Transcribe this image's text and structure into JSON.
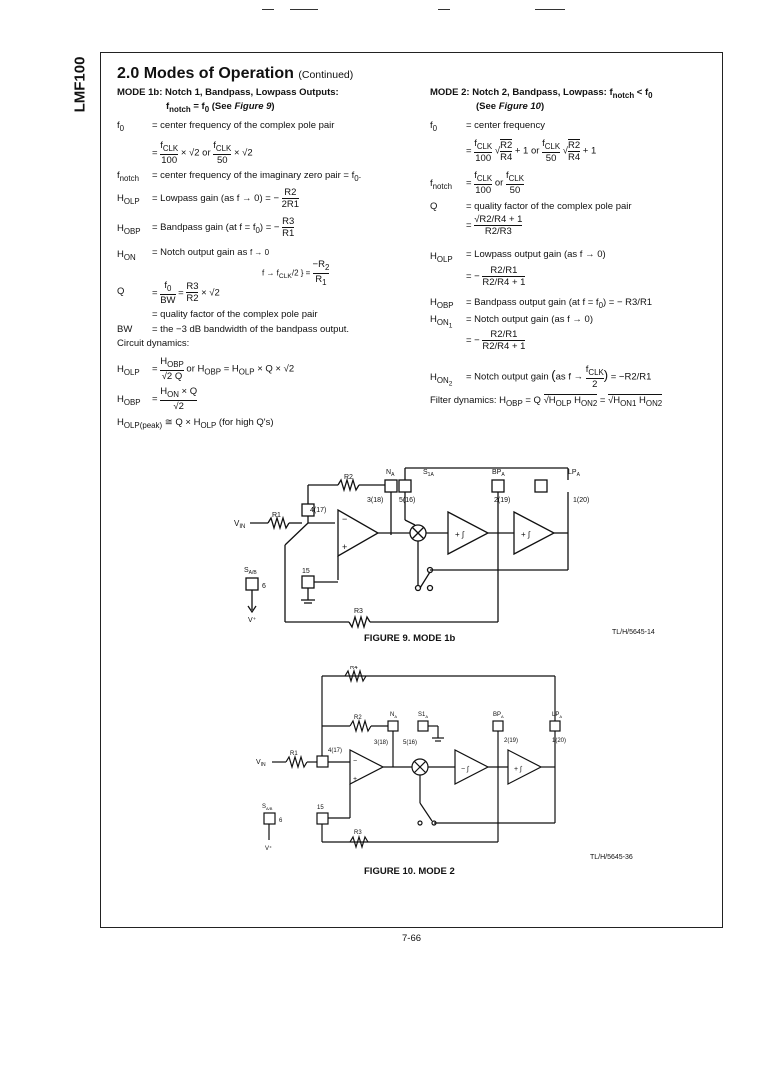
{
  "header_text": "LMF100",
  "section_title": "2.0 Modes of Operation",
  "section_continued": "(Continued)",
  "left": {
    "mode_heading": "MODE 1b: Notch 1, Bandpass, Lowpass Outputs:",
    "mode_heading2": "fnotch = f0 (See Figure 9)",
    "lines": [
      [
        "f0",
        "= center frequency of the complex pole pair"
      ],
      [
        "",
        "= fCLK/100 × √2 or fCLK/50 × √2"
      ],
      [
        "fnotch",
        "= center frequency of the imaginary zero pair = f0."
      ],
      [
        "HOLP",
        "= Lowpass gain (as f → 0) = − R2/2R1"
      ],
      [
        "HOBP",
        "= Bandpass gain (at f = f0) = − R3/R1"
      ],
      [
        "HON",
        "= Notch output gain as f → 0, f → fCLK/2 } = −R2/R1"
      ],
      [
        "Q",
        "= f0/BW = R3/R2 × √2"
      ],
      [
        "",
        "= quality factor of the complex pole pair"
      ],
      [
        "BW",
        "= the −3 dB bandwidth of the bandpass output."
      ],
      [
        "Circuit dynamics:",
        ""
      ],
      [
        "HOLP",
        "= HOBP/√2 Q or HOBP = HOLP × Q × √2"
      ],
      [
        "HOBP",
        "= HON × Q / √2"
      ],
      [
        "HOLP(peak)",
        "≅ Q × HOLP (for high Q's)"
      ]
    ]
  },
  "right": {
    "mode_heading": "MODE 2: Notch 2, Bandpass, Lowpass: fnotch < f0",
    "mode_heading2": "(See Figure 10)",
    "lines": [
      [
        "f0",
        "= center frequency"
      ],
      [
        "",
        "= fCLK/100 √(R2/R4 + 1) or fCLK/50 √(R2/R4 + 1)"
      ],
      [
        "fnotch",
        "= fCLK/100 or fCLK/50"
      ],
      [
        "Q",
        "= quality factor of the complex pole pair"
      ],
      [
        "",
        "= √(R2/R4 + 1) / (R2/R3)"
      ],
      [
        "HOLP",
        "= Lowpass output gain (as f → 0)"
      ],
      [
        "",
        "= − (R2/R1)/(R2/R4 + 1)"
      ],
      [
        "HOBP",
        "= Bandpass output gain (at f = f0) = − R3/R1"
      ],
      [
        "HON1",
        "= Notch output gain (as f → 0)"
      ],
      [
        "",
        "= − (R2/R1)/(R2/R4 + 1)"
      ],
      [
        "HON2",
        "= Notch output gain (as f → fCLK/2) = −R2/R1"
      ],
      [
        "Filter dynamics:",
        "HOBP = Q √(HOLP HON2) = √(HON1 HON2)"
      ]
    ]
  },
  "figure9": {
    "caption": "FIGURE 9. MODE 1b",
    "tl": "TL/H/5645-14"
  },
  "figure10": {
    "caption": "FIGURE 10. MODE 2",
    "tl": "TL/H/5645-36"
  },
  "page_number": "7-66"
}
